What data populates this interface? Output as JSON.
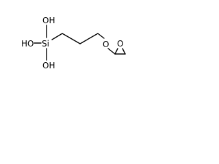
{
  "molecule": {
    "atoms": {
      "oh_top": "OH",
      "oh_left": "HO",
      "oh_bottom": "OH",
      "silicon": "Si",
      "ether_oxygen": "O",
      "ring_oxygen": "O"
    },
    "line_color": "#000000"
  }
}
